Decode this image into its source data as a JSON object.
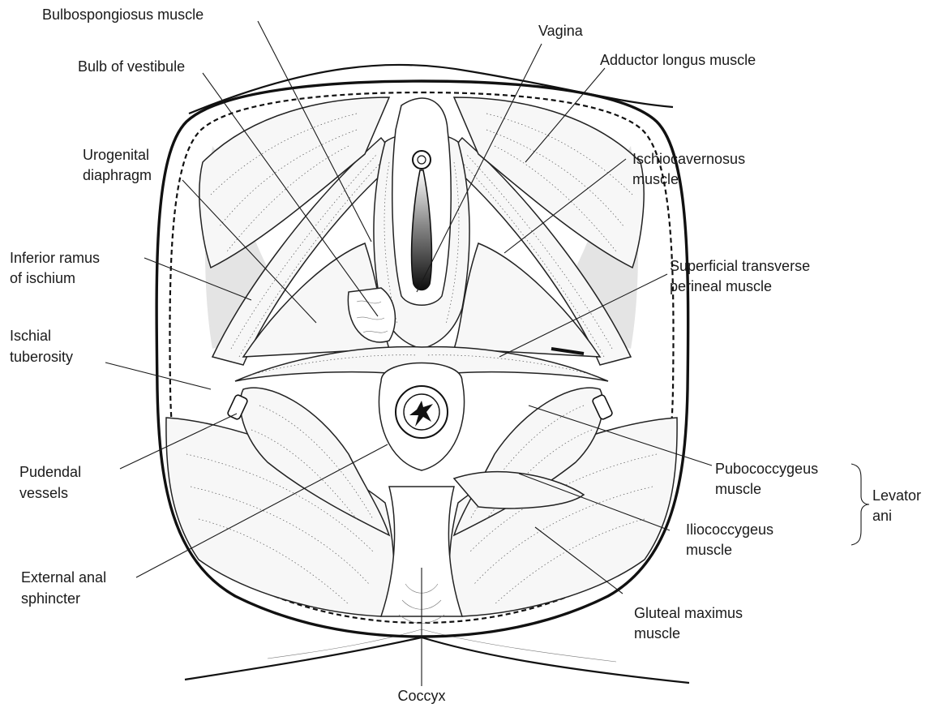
{
  "labels": {
    "bulbospongiosus": "Bulbospongiosus muscle",
    "bulb_of_vestibule": "Bulb of vestibule",
    "urogenital_diaphragm": [
      "Urogenital",
      "diaphragm"
    ],
    "inferior_ramus": [
      "Inferior ramus",
      "of ischium"
    ],
    "ischial_tuberosity": [
      "Ischial",
      "tuberosity"
    ],
    "pudendal_vessels": [
      "Pudendal",
      "vessels"
    ],
    "external_anal_sphincter": [
      "External anal",
      "sphincter"
    ],
    "vagina": "Vagina",
    "adductor_longus": "Adductor longus muscle",
    "ischiocavernosus": [
      "Ischiocavernosus",
      "muscle"
    ],
    "superficial_transverse": [
      "Superficial transverse",
      "perineal muscle"
    ],
    "pubococcygeus": [
      "Pubococcygeus",
      "muscle"
    ],
    "iliococcygeus": [
      "Iliococcygeus",
      "muscle"
    ],
    "levator_ani": [
      "Levator",
      "ani"
    ],
    "gluteal_maximus": [
      "Gluteal maximus",
      "muscle"
    ],
    "coccyx": "Coccyx"
  },
  "colors": {
    "ink": "#1a1a1a",
    "muscle_fill": "#f7f7f7",
    "shade": "#e4e4e4",
    "vagina_dark": "#111111"
  }
}
